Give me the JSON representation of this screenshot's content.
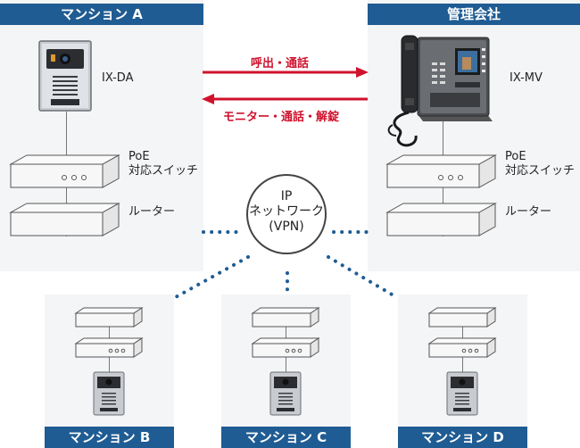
{
  "panels": {
    "mansion_a": {
      "title": "マンション A"
    },
    "management": {
      "title": "管理会社"
    },
    "mansion_b": {
      "title": "マンション B"
    },
    "mansion_c": {
      "title": "マンション C"
    },
    "mansion_d": {
      "title": "マンション D"
    }
  },
  "devices": {
    "door_station": "IX-DA",
    "master_station": "IX-MV",
    "poe_switch": [
      "PoE",
      "対応スイッチ"
    ],
    "router": "ルーター"
  },
  "arrows": {
    "call": "呼出・通話",
    "monitor": "モニター・通話・解錠"
  },
  "network": {
    "line1": "IP",
    "line2": "ネットワーク",
    "line3": "(VPN)"
  },
  "colors": {
    "header": "#1f5c93",
    "arrow": "#d0122d",
    "dots": "#1f5c93",
    "panel": "#f4f5f7"
  }
}
